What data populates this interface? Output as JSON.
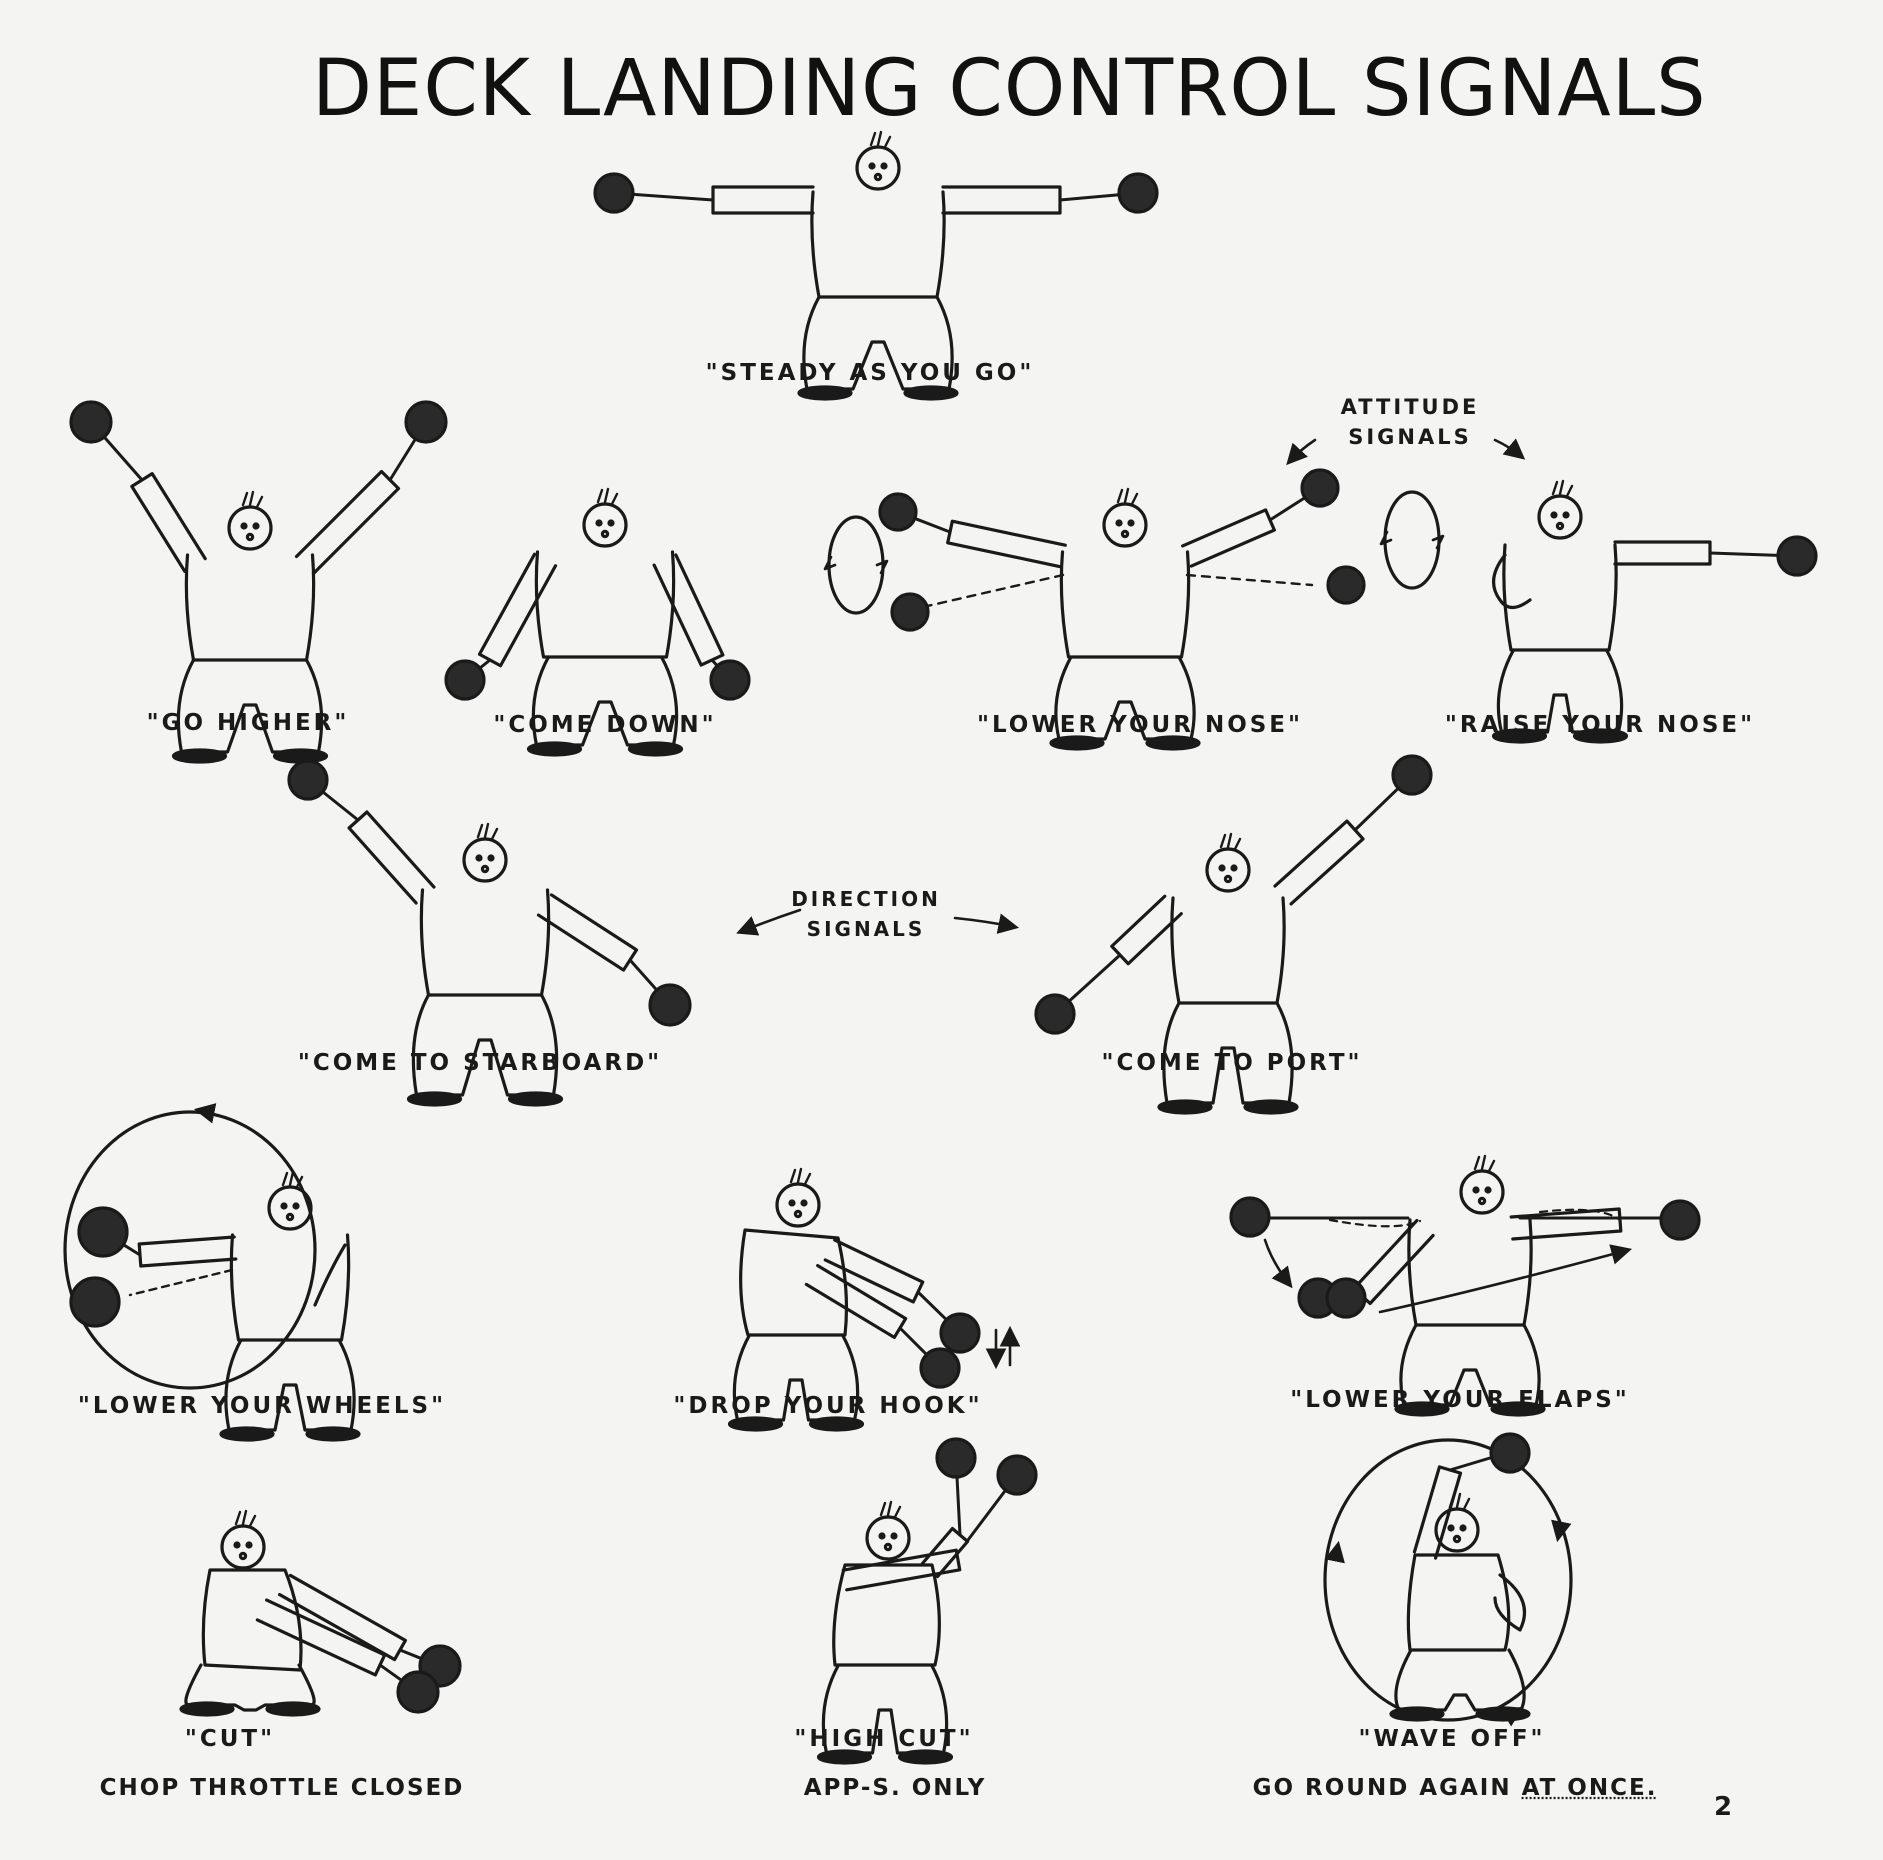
{
  "title": "DECK LANDING CONTROL SIGNALS",
  "group_labels": {
    "attitude": [
      "ATTITUDE",
      "SIGNALS"
    ],
    "direction": [
      "DIRECTION",
      "SIGNALS"
    ]
  },
  "signals": [
    {
      "caption": "\"STEADY AS YOU GO\""
    },
    {
      "caption": "\"GO HIGHER\""
    },
    {
      "caption": "\"COME DOWN\""
    },
    {
      "caption": "\"LOWER YOUR NOSE\""
    },
    {
      "caption": "\"RAISE YOUR NOSE\""
    },
    {
      "caption": "\"COME TO STARBOARD\""
    },
    {
      "caption": "\"COME TO PORT\""
    },
    {
      "caption": "\"LOWER YOUR WHEELS\""
    },
    {
      "caption": "\"DROP YOUR HOOK\""
    },
    {
      "caption": "\"LOWER YOUR FLAPS\""
    },
    {
      "caption": "\"CUT\"",
      "note": "CHOP THROTTLE CLOSED"
    },
    {
      "caption": "\"HIGH CUT\"",
      "note": "APP-S. ONLY"
    },
    {
      "caption": "\"WAVE OFF\"",
      "note_main": "GO ROUND AGAIN ",
      "note_emph": "AT ONCE."
    }
  ],
  "page_number": "2",
  "colors": {
    "paper": "#f4f4f2",
    "ink": "#1a1a1a",
    "paddle": "#2a2a2a"
  }
}
